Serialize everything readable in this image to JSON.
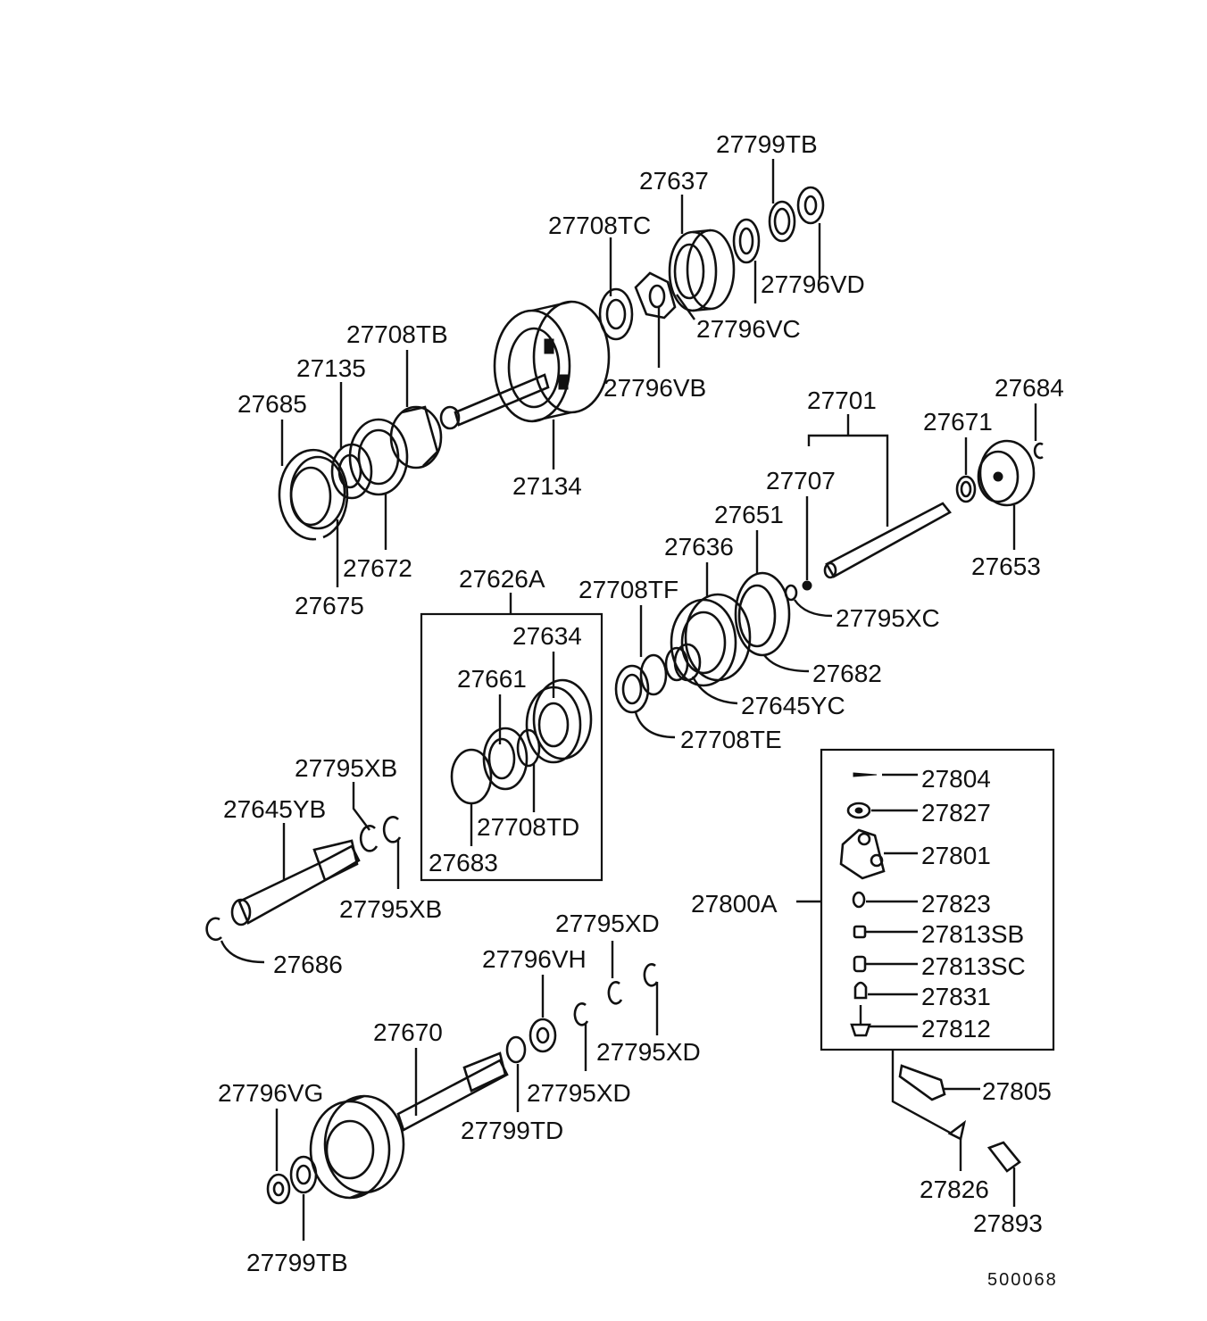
{
  "labels": {
    "p27799TB_top": "27799TB",
    "p27637": "27637",
    "p27708TC": "27708TC",
    "p27796VD": "27796VD",
    "p27796VC": "27796VC",
    "p27796VB": "27796VB",
    "p27708TB": "27708TB",
    "p27135": "27135",
    "p27685": "27685",
    "p27134": "27134",
    "p27672": "27672",
    "p27675": "27675",
    "p27684": "27684",
    "p27701": "27701",
    "p27671": "27671",
    "p27707": "27707",
    "p27651": "27651",
    "p27653": "27653",
    "p27636": "27636",
    "p27626A": "27626A",
    "p27708TF": "27708TF",
    "p27795XC": "27795XC",
    "p27634": "27634",
    "p27682": "27682",
    "p27661": "27661",
    "p27645YC": "27645YC",
    "p27708TE": "27708TE",
    "p27804": "27804",
    "p27795XB_a": "27795XB",
    "p27827": "27827",
    "p27645YB": "27645YB",
    "p27708TD": "27708TD",
    "p27801": "27801",
    "p27683": "27683",
    "p27800A": "27800A",
    "p27823": "27823",
    "p27795XB_b": "27795XB",
    "p27813SB": "27813SB",
    "p27795XD_a": "27795XD",
    "p27686": "27686",
    "p27813SC": "27813SC",
    "p27796VH": "27796VH",
    "p27831": "27831",
    "p27812": "27812",
    "p27670": "27670",
    "p27795XD_b": "27795XD",
    "p27805": "27805",
    "p27796VG": "27796VG",
    "p27795XD_c": "27795XD",
    "p27799TD": "27799TD",
    "p27826": "27826",
    "p27893": "27893",
    "p27799TB_bottom": "27799TB"
  },
  "figure_code": "500068"
}
